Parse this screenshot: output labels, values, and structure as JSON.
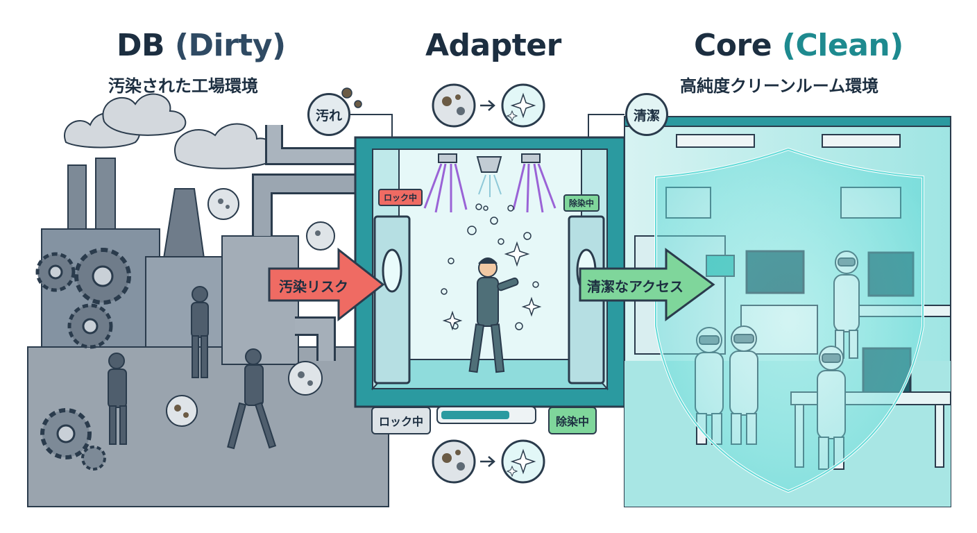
{
  "sections": {
    "dirty": {
      "title_main": "DB",
      "title_accent": "(Dirty)",
      "subtitle": "汚染された工場環境"
    },
    "adapter": {
      "title_main": "Adapter"
    },
    "clean": {
      "title_main": "Core",
      "title_accent": "(Clean)",
      "subtitle": "高純度クリーンルーム環境"
    }
  },
  "callouts": {
    "dirty": "汚れ",
    "clean": "清潔"
  },
  "arrows": {
    "risk": {
      "label": "汚染リスク",
      "color": "#ef6b63"
    },
    "access": {
      "label": "清潔なアクセス",
      "color": "#7fd69b"
    }
  },
  "airlock": {
    "door_left_sign": "ロック中",
    "door_right_sign": "除染中",
    "status_left": "ロック中",
    "status_right": "除染中",
    "progress": 0.75
  },
  "colors": {
    "ink": "#1c2e40",
    "accent_teal": "#1e8a8f",
    "dirty_grey": "#8e9aa7",
    "clean_cyan": "#bff0ef"
  }
}
